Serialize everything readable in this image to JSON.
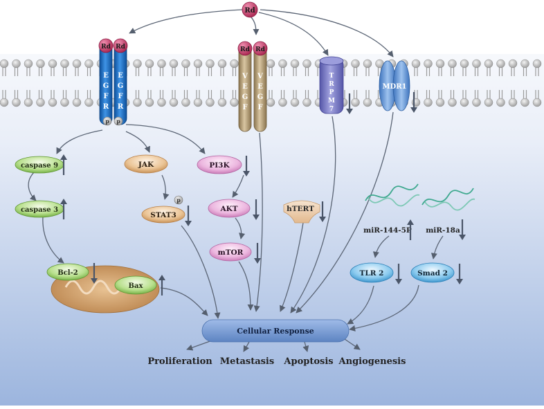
{
  "ligand": "Rd",
  "receptors": {
    "egfr_left": [
      "E",
      "G",
      "F",
      "R"
    ],
    "egfr_right": [
      "E",
      "G",
      "F",
      "R"
    ],
    "vegf_left": [
      "V",
      "E",
      "G",
      "F"
    ],
    "vegf_right": [
      "V",
      "E",
      "G",
      "F"
    ],
    "trpm7": [
      "T",
      "R",
      "P",
      "M",
      "7"
    ],
    "mdr1": "MDR1",
    "phospho": "p"
  },
  "nodes": {
    "caspase9": "caspase 9",
    "caspase3": "caspase 3",
    "bcl2": "Bcl-2",
    "bax": "Bax",
    "jak": "JAK",
    "stat3": "STAT3",
    "pi3k": "PI3K",
    "akt": "AKT",
    "mtor": "mTOR",
    "htert": "hTERT",
    "mir144": "miR-144-5P",
    "mir18a": "miR-18a",
    "tlr2": "TLR 2",
    "smad2": "Smad 2",
    "cellular_response": "Cellular Response"
  },
  "regulation": {
    "caspase9": "up",
    "caspase3": "up",
    "bcl2": "down",
    "bax": "up",
    "stat3": "down",
    "pi3k": "down",
    "akt": "down",
    "mtor": "down",
    "htert": "down",
    "mir144": "up",
    "mir18a": "down",
    "tlr2": "down",
    "smad2": "down",
    "trpm7": "down",
    "mdr1": "down"
  },
  "outcomes": [
    "Proliferation",
    "Metastasis",
    "Apoptosis",
    "Angiogenesis"
  ],
  "colors": {
    "ligand": "#c8396b",
    "egfr": "#1f6fc4",
    "vegf": "#b49c74",
    "trpm7": "#7b7cc4",
    "mdr1": "#5a8fd0",
    "green_node": "#7cbf4a",
    "orange_node": "#d9a56d",
    "pink_node": "#d889c4",
    "blue_node": "#4ea9da",
    "response": "#6e95cf",
    "mito": "#c8955a"
  }
}
